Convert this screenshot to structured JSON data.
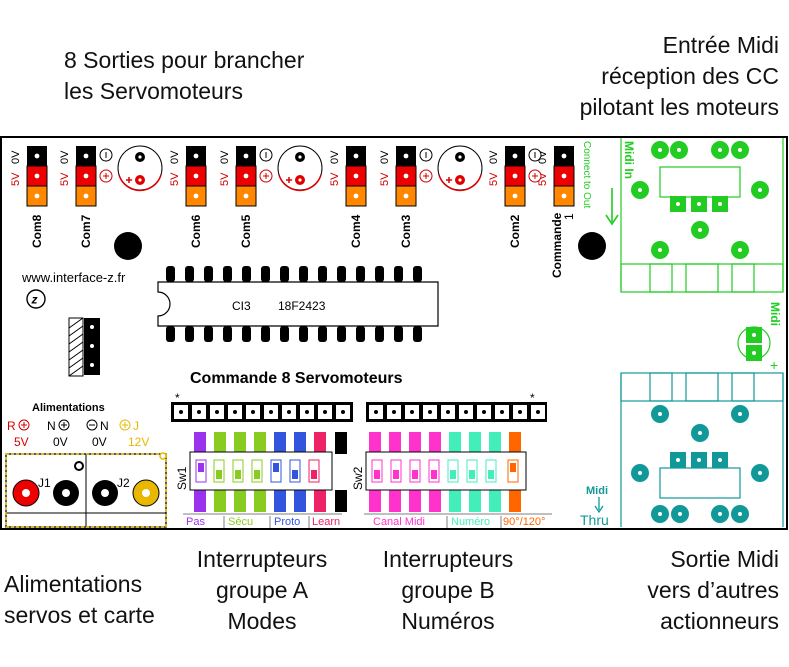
{
  "captions": {
    "outputs": [
      "8 Sorties pour brancher",
      "les Servomoteurs"
    ],
    "midi_in": [
      "Entrée Midi",
      "réception des CC",
      "pilotant les moteurs"
    ],
    "power": [
      "Alimentations",
      "servos et carte"
    ],
    "group_a": [
      "Interrupteurs",
      "groupe A",
      "Modes"
    ],
    "group_b": [
      "Interrupteurs",
      "groupe B",
      "Numéros"
    ],
    "midi_out": [
      "Sortie Midi",
      "vers d’autres",
      "actionneurs"
    ]
  },
  "board": {
    "title": "Commande 8 Servomoteurs",
    "website": "www.interface-z.fr",
    "chip": {
      "ref": "CI3",
      "model": "18F2423"
    },
    "connector_labels": [
      "Com8",
      "Com7",
      "Com6",
      "Com5",
      "Com4",
      "Com3",
      "Com2",
      "Commande"
    ],
    "commande_number": "1",
    "pin_5v": "5V",
    "pin_0v": "0V",
    "sw1": "Sw1",
    "sw2": "Sw2",
    "star": "*",
    "sw_groups": {
      "pas": "Pas",
      "secu": "Sécu",
      "proto": "Proto",
      "learn": "Learn",
      "canal": "Canal Midi",
      "numero": "Numéro",
      "angle": "90°/120°"
    },
    "power": {
      "title": "Alimentations",
      "r": "R",
      "n": "N",
      "j": "J",
      "v5": "5V",
      "v0a": "0V",
      "v0b": "0V",
      "v12": "12V",
      "j1": "J1",
      "j2": "J2"
    },
    "midi_in_title": "Midi In",
    "connect_to_out": "Connect to Out",
    "midi_side": "Midi",
    "plus": "+",
    "thru_top": "Midi",
    "thru_bottom": "Thru"
  },
  "colors": {
    "green": "#22cc22",
    "teal": "#119999",
    "red": "#e00000",
    "orange": "#ff8800",
    "yellow": "#e8b800"
  }
}
